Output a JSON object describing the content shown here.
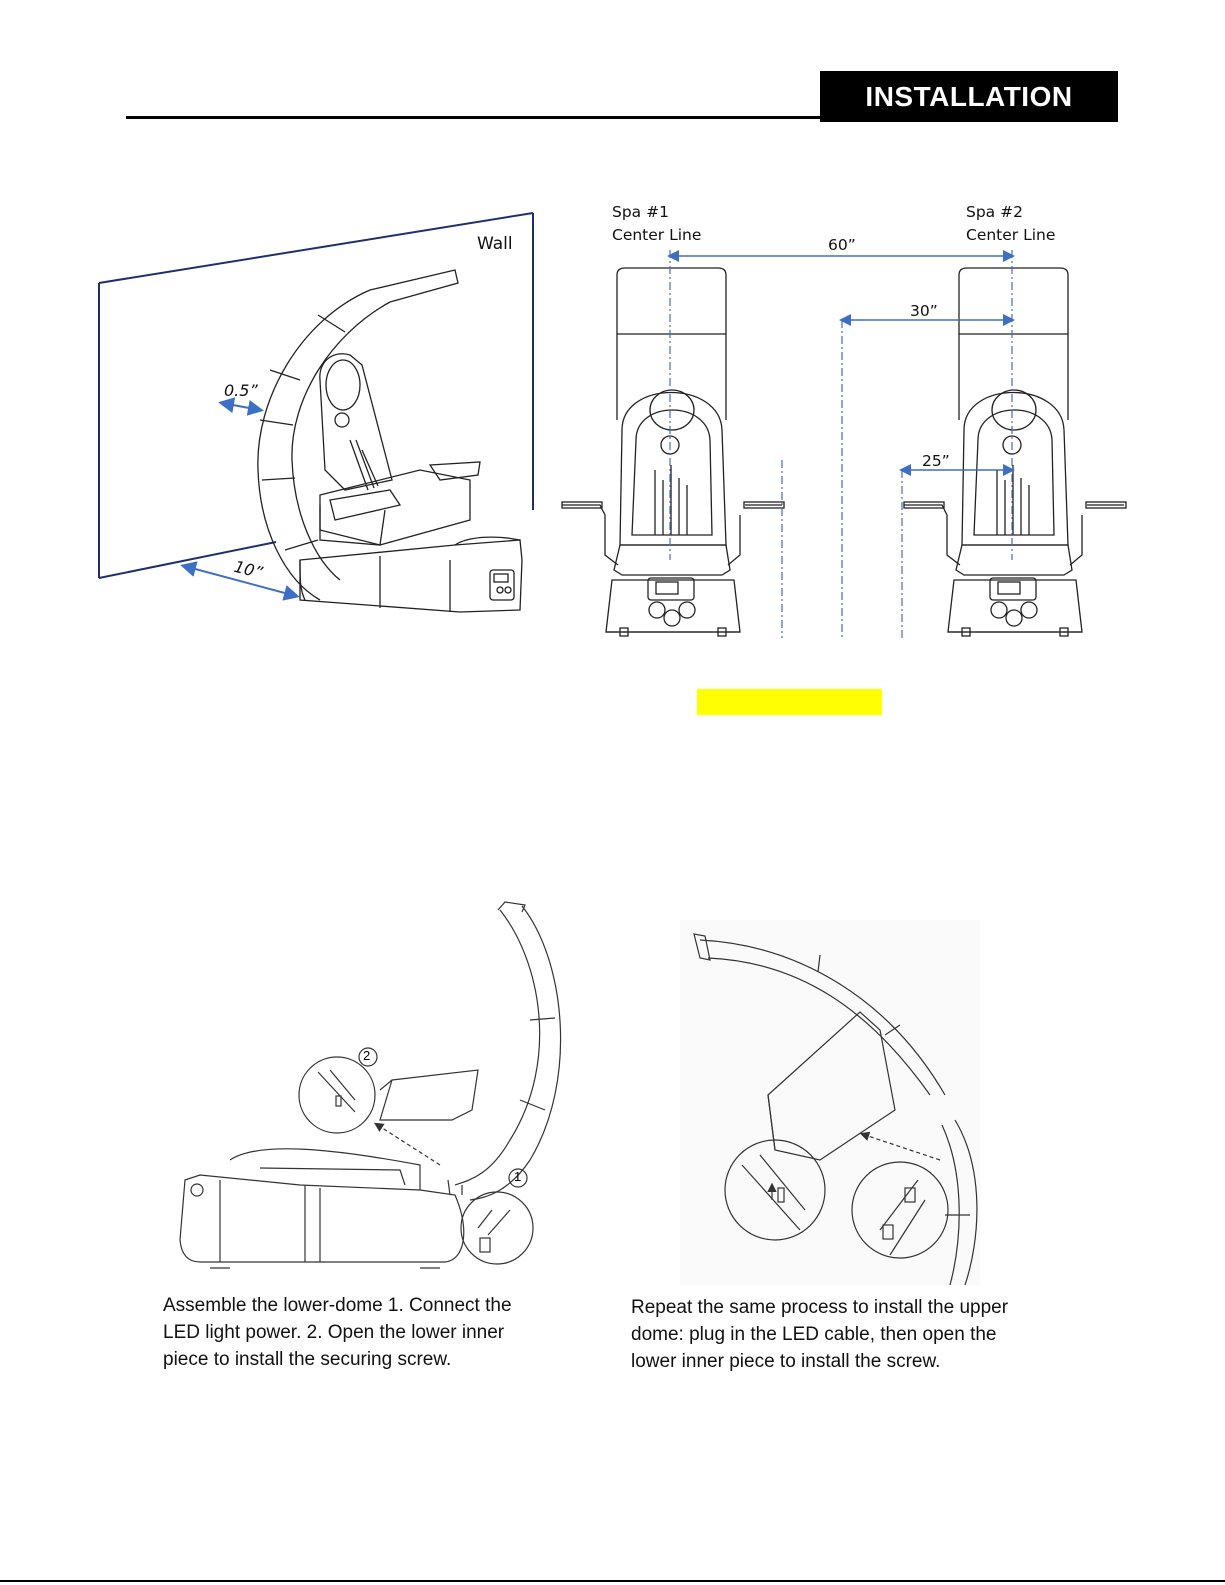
{
  "header": {
    "banner": "INSTALLATION"
  },
  "side_view": {
    "wall_label": "Wall",
    "gap_label": "0.5”",
    "depth_label": "10”"
  },
  "front_view": {
    "spa1_line1": "Spa #1",
    "spa1_line2": "Center Line",
    "spa2_line1": "Spa #2",
    "spa2_line2": "Center Line",
    "spacing_label": "60”",
    "half_label": "30”",
    "clearance_label": "25”"
  },
  "step1": {
    "callout1": "1",
    "callout2": "2",
    "caption_line1": "Assemble the lower-dome 1. Connect the",
    "caption_line2": "LED light power. 2. Open the lower inner",
    "caption_line3": "piece to install the securing screw."
  },
  "step2": {
    "caption_line1": "Repeat the same process to install the upper",
    "caption_line2": "dome: plug in the LED cable, then open the",
    "caption_line3": "lower inner piece to install the screw."
  },
  "colors": {
    "dimension_arrow": "#3d6fc4",
    "highlight": "#ffff00",
    "banner": "#000000"
  }
}
